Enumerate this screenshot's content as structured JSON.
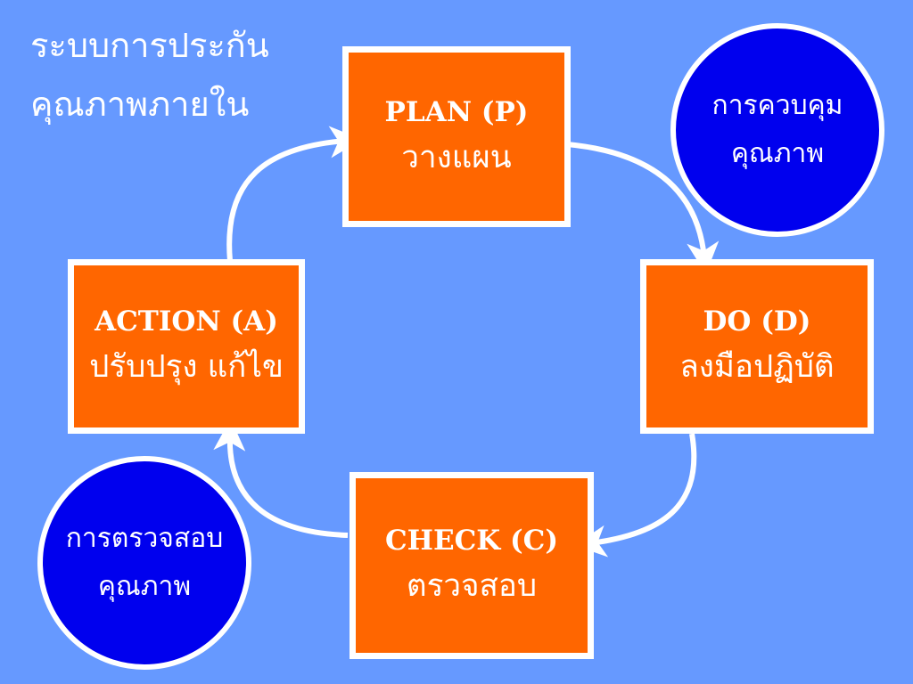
{
  "title": {
    "line1": "ระบบการประกัน",
    "line2": "คุณภาพภายใน"
  },
  "cycle": {
    "plan": {
      "en": "PLAN (P)",
      "th": "วางแผน"
    },
    "do": {
      "en": "DO (D)",
      "th": "ลงมือปฏิบัติ"
    },
    "check": {
      "en": "CHECK (C)",
      "th": "ตรวจสอบ"
    },
    "action": {
      "en": "ACTION (A)",
      "th": "ปรับปรุง แก้ไข"
    }
  },
  "quality_control": {
    "line1": "การควบคุม",
    "line2": "คุณภาพ"
  },
  "quality_audit": {
    "line1": "การตรวจสอบ",
    "line2": "คุณภาพ"
  },
  "colors": {
    "background": "#6699ff",
    "box_fill": "#ff6600",
    "circle_fill": "#0000ee",
    "outline": "#ffffff"
  }
}
